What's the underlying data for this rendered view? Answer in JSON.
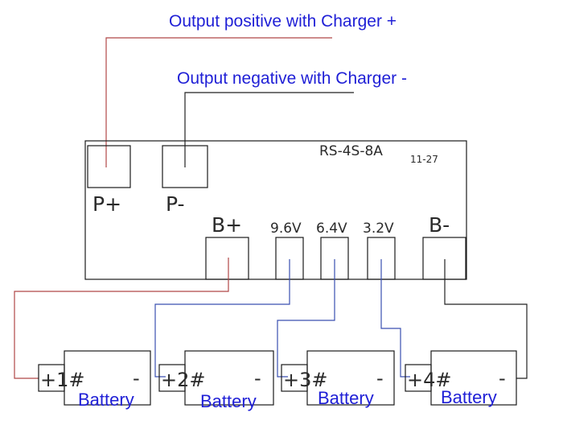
{
  "callouts": {
    "output_positive": "Output positive with Charger +",
    "output_negative": "Output negative with Charger -"
  },
  "board": {
    "model": "RS-4S-8A",
    "model_suffix": "11-27",
    "pads": {
      "p_plus": "P+",
      "p_minus": "P-",
      "b_plus": "B+",
      "v96": "9.6V",
      "v64": "6.4V",
      "v32": "3.2V",
      "b_minus": "B-"
    }
  },
  "batteries": [
    {
      "id": "+1#",
      "label": "Battery",
      "minus": "-"
    },
    {
      "id": "+2#",
      "label": "Battery",
      "minus": "-"
    },
    {
      "id": "+3#",
      "label": "Battery",
      "minus": "-"
    },
    {
      "id": "+4#",
      "label": "Battery",
      "minus": "-"
    }
  ],
  "colors": {
    "positive_wire": "#b04848",
    "balance_wire": "#3a4fb0",
    "negative_wire": "#222222",
    "callout_text": "#1f1fd6"
  }
}
